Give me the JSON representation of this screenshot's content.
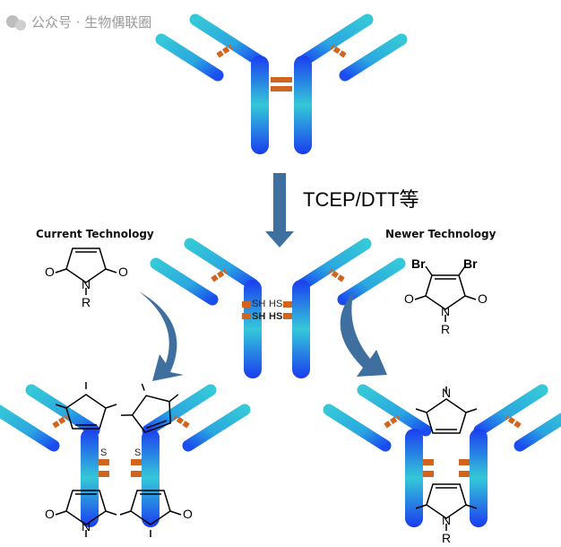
{
  "reagent_label": "TCEP/DTT等",
  "left_panel": {
    "title": "Current Technology",
    "atoms": {
      "o_left": "O",
      "o_right": "O",
      "n": "N",
      "r": "R"
    }
  },
  "right_panel": {
    "title": "Newer Technology",
    "atoms": {
      "br_left": "Br",
      "br_right": "Br",
      "o_left": "O",
      "o_right": "O",
      "n": "N",
      "r": "R"
    }
  },
  "thiol_labels": {
    "sh1": "SH",
    "hs1": "HS",
    "sh2": "SH",
    "hs2": "HS"
  },
  "bottom_labels": {
    "s": "S",
    "o": "O",
    "n": "N",
    "r": "R"
  },
  "watermark": "公众号 · 生物偶联圈",
  "colors": {
    "chain_dark": "#1a3cf0",
    "chain_light": "#35c8d8",
    "disulfide": "#d2651e",
    "arrow": "#3f6f9e"
  }
}
